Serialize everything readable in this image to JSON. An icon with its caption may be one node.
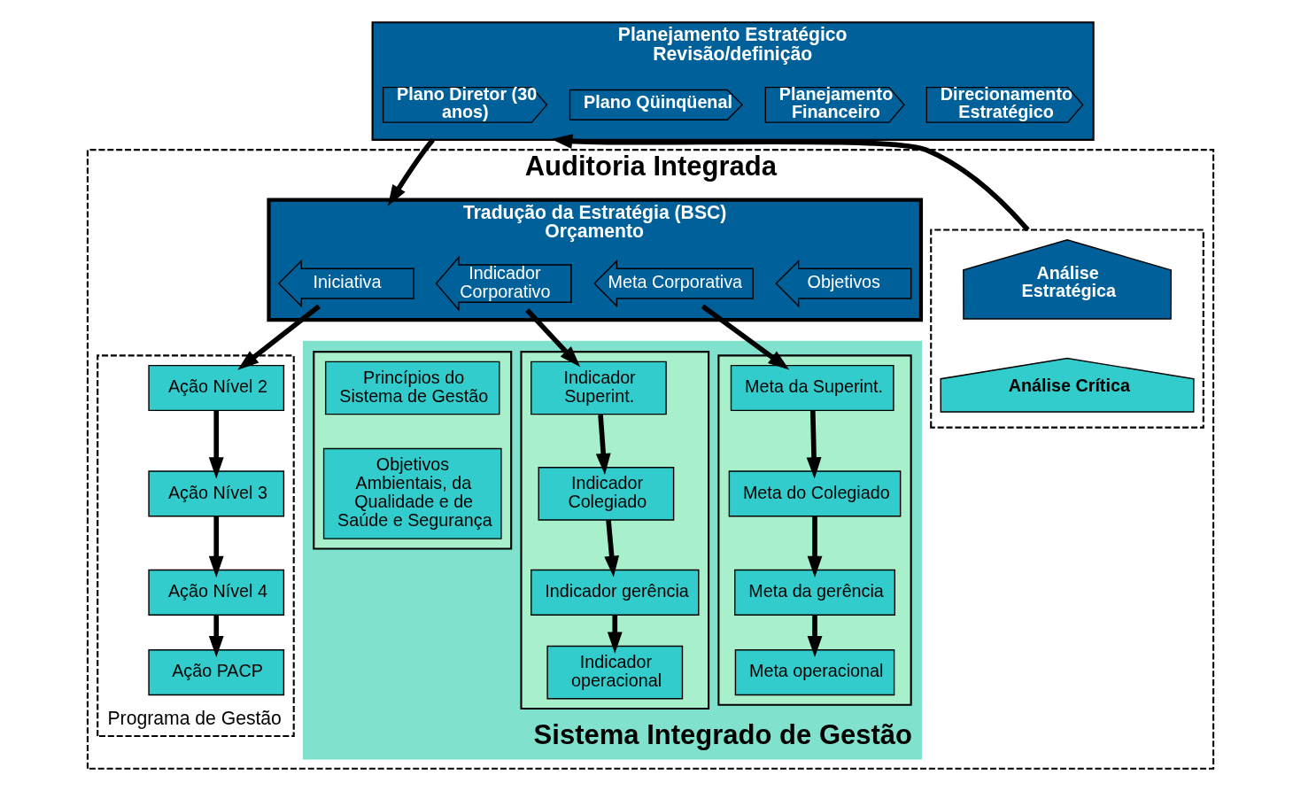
{
  "diagram": {
    "nodes": [
      {
        "text": [
          "Planejamento Estratégico",
          "Revisão/definição"
        ]
      },
      {
        "text": [
          "Plano Diretor (30 anos)"
        ],
        "in": 0
      },
      {
        "text": [
          "Plano Qüinqüenal"
        ],
        "in": 0
      },
      {
        "text": [
          "Planejamento Financeiro"
        ],
        "in": 0
      },
      {
        "text": [
          "Direcionamento Estratégico"
        ],
        "in": 0
      },
      {
        "text": [
          "Auditoria Integrada"
        ]
      },
      {
        "text": [],
        "shape": "box",
        "in": 5
      },
      {
        "text": [
          "Análise Estratégica"
        ],
        "in": 6
      },
      {
        "text": [
          "Análise Crítica"
        ],
        "in": 6
      },
      {
        "text": [
          "Sistema Integrado de Gestão"
        ],
        "in": 5
      },
      {
        "text": [
          "Tradução da Estratégia (BSC)",
          "Orçamento"
        ],
        "in": 5
      },
      {
        "text": [
          "Iniciativa"
        ],
        "in": 10
      },
      {
        "text": [
          "Meta Corporativa"
        ],
        "in": 10
      },
      {
        "text": [
          "Indicador Corporativo"
        ],
        "in": 10
      },
      {
        "text": [
          "Objetivos"
        ],
        "in": 10
      },
      {
        "text": [
          "Programa de Gestão"
        ],
        "in": 5
      },
      {
        "text": [
          "Ação Nível 2"
        ],
        "in": 15
      },
      {
        "text": [
          "Ação Nível 3"
        ],
        "in": 15
      },
      {
        "text": [
          "Ação Nível 4"
        ],
        "in": 15
      },
      {
        "text": [
          "Ação PACP"
        ],
        "in": 15
      },
      {
        "text": [],
        "shape": "box",
        "in": 9
      },
      {
        "text": [
          "Meta da Superint."
        ],
        "in": 20
      },
      {
        "text": [
          "Meta do Colegiado"
        ],
        "in": 20
      },
      {
        "text": [
          "Meta da gerência"
        ],
        "in": 20
      },
      {
        "text": [
          "Meta operacional"
        ],
        "in": 20
      },
      {
        "text": [],
        "shape": "box",
        "in": 9
      },
      {
        "text": [
          "Indicador Superint."
        ],
        "in": 25
      },
      {
        "text": [
          "Indicador Colegiado"
        ],
        "in": 25
      },
      {
        "text": [
          "Indicador gerência"
        ],
        "in": 25
      },
      {
        "text": [
          "Indicador operacional"
        ],
        "in": 25
      },
      {
        "text": [],
        "shape": "box",
        "in": 9
      },
      {
        "text": [
          "Princípios do Sistema de Gestão"
        ],
        "in": 30
      },
      {
        "text": [
          "Objetivos Ambientais, da Qualidade e de Saúde e Segurança"
        ],
        "in": 30
      }
    ],
    "edges": [
      {
        "from": 6,
        "to": 0,
        "arrow": "to"
      },
      {
        "from": 0,
        "to": 10,
        "arrow": "to"
      },
      {
        "from": 11,
        "to": 16,
        "arrow": "to"
      },
      {
        "from": 12,
        "to": 21,
        "arrow": "to"
      },
      {
        "from": 13,
        "to": 26,
        "arrow": "to"
      },
      {
        "from": 16,
        "to": 17,
        "arrow": "to"
      },
      {
        "from": 17,
        "to": 18,
        "arrow": "to"
      },
      {
        "from": 18,
        "to": 19,
        "arrow": "to"
      },
      {
        "from": 21,
        "to": 22,
        "arrow": "to"
      },
      {
        "from": 22,
        "to": 23,
        "arrow": "to"
      },
      {
        "from": 23,
        "to": 24,
        "arrow": "to"
      },
      {
        "from": 26,
        "to": 27,
        "arrow": "to"
      },
      {
        "from": 27,
        "to": 28,
        "arrow": "to"
      },
      {
        "from": 28,
        "to": 29,
        "arrow": "to"
      }
    ]
  }
}
